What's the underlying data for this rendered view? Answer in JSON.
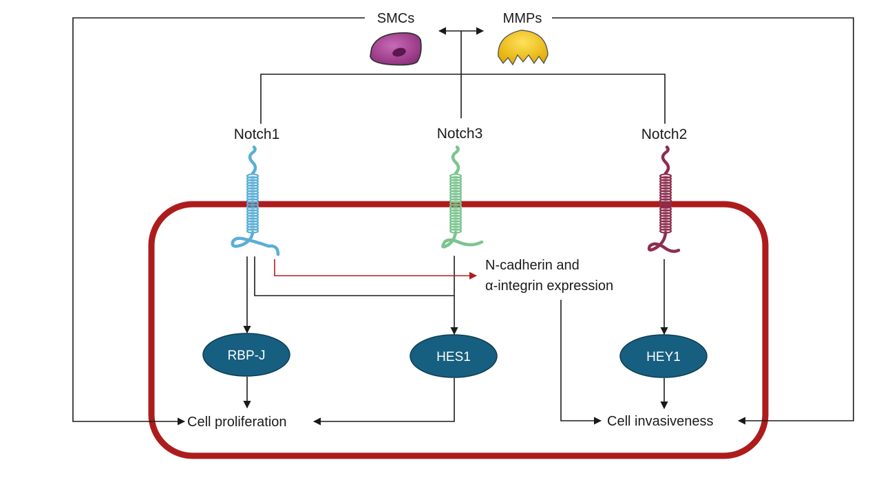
{
  "top": {
    "smcs_label": "SMCs",
    "mmps_label": "MMPs"
  },
  "receptors": {
    "notch1": {
      "label": "Notch1",
      "color": "#5aaed6"
    },
    "notch3": {
      "label": "Notch3",
      "color": "#7cc48f"
    },
    "notch2": {
      "label": "Notch2",
      "color": "#8c2f4e"
    }
  },
  "expression": {
    "line1": "N-cadherin and",
    "line2": "α-integrin expression"
  },
  "nodes": {
    "rbpj": "RBP-J",
    "hes1": "HES1",
    "hey1": "HEY1"
  },
  "outcomes": {
    "proliferation": "Cell proliferation",
    "invasiveness": "Cell invasiveness"
  },
  "colors": {
    "cell_membrane": "#ad1c1c",
    "node_fill": "#175f80",
    "smc_cell": "#b04a9a",
    "mmp": "#f4c30c",
    "red_arrow": "#b01c1c"
  },
  "icons": {
    "smc": "smooth-muscle-cell-icon",
    "mmp": "mmp-enzyme-icon"
  }
}
